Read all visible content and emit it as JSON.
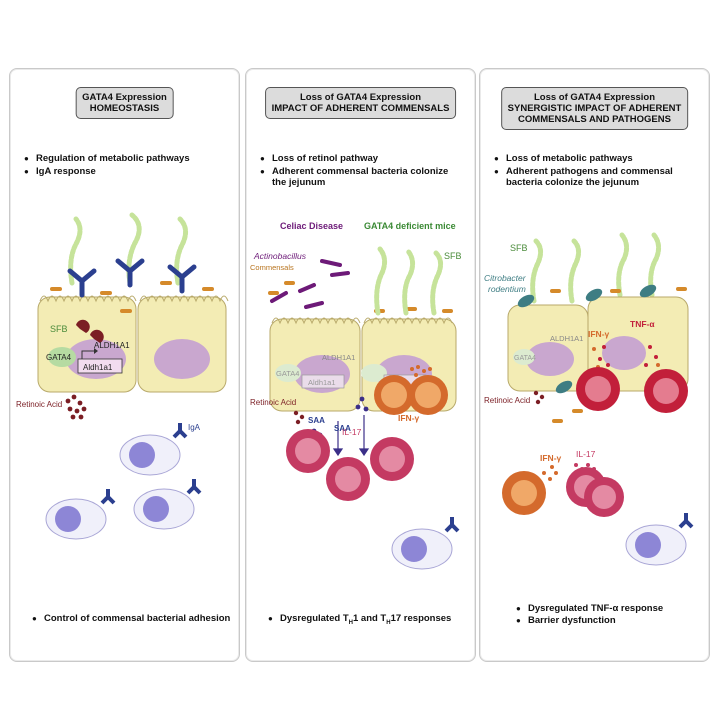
{
  "panels": [
    {
      "title_line1": "GATA4 Expression",
      "title_line2": "HOMEOSTASIS",
      "bullets": [
        "Regulation of metabolic pathways",
        "IgA response"
      ],
      "labels": {
        "sfb": "SFB",
        "aldh1a1": "ALDH1A1",
        "gata4": "GATA4",
        "gene": "Aldh1a1",
        "retinoic": "Retinoic Acid",
        "iga": "IgA"
      },
      "footer": [
        "Control of commensal bacterial adhesion"
      ]
    },
    {
      "title_line1": "Loss of GATA4 Expression",
      "title_line2": "IMPACT OF ADHERENT COMMENSALS",
      "bullets": [
        "Loss of retinol pathway",
        "Adherent commensal bacteria colonize the jejunum"
      ],
      "labels": {
        "celiac": "Celiac Disease",
        "gata4_mice": "GATA4 deficient mice",
        "actino": "Actinobacillus",
        "commensals": "Commensals",
        "sfb": "SFB",
        "aldh1a1": "ALDH1A1",
        "gata4": "GATA4",
        "gene": "Aldh1a1",
        "saa": "SAA",
        "retinoic": "Retinoic Acid",
        "il17": "IL-17",
        "ifng": "IFN-γ"
      },
      "footer_prefix": "Dysregulated T",
      "footer_sub1": "H",
      "footer_mid": "1 and T",
      "footer_sub2": "H",
      "footer_suffix": "17 responses"
    },
    {
      "title_line1": "Loss of GATA4 Expression",
      "title_line2": "SYNERGISTIC IMPACT OF ADHERENT",
      "title_line3": "COMMENSALS AND PATHOGENS",
      "bullets": [
        "Loss of metabolic pathways",
        "Adherent pathogens and commensal bacteria colonize the jejunum"
      ],
      "labels": {
        "sfb": "SFB",
        "citro1": "Citrobacter",
        "citro2": "rodentium",
        "aldh1a1": "ALDH1A1",
        "gata4": "GATA4",
        "ifng": "IFN-γ",
        "tnfa": "TNF-α",
        "retinoic": "Retinoic Acid",
        "ifng2": "IFN-γ",
        "il17": "IL-17"
      },
      "footer": [
        "Dysregulated TNF-α response",
        "Barrier dysfunction"
      ]
    }
  ],
  "colors": {
    "epithelium": "#f3ecb4",
    "nucleus": "#c9a7cf",
    "gata4": "#b6dba2",
    "sfb": "#c6e39a",
    "antibody": "#2b3f8f",
    "aldh": "#7b1e24",
    "commensal": "#d58a2a",
    "purple_bacteria": "#6d1a78",
    "th17": "#c43a62",
    "th1": "#d46a2c",
    "bcell": "#8d86d6",
    "citrobacter": "#3e7d83",
    "tnf": "#c21f3a"
  }
}
